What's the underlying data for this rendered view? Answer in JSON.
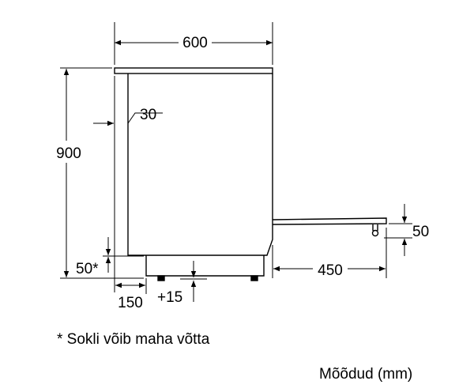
{
  "dimensions": {
    "width": "600",
    "height": "900",
    "side_offset": "30",
    "plinth": "50*",
    "plinth_setback": "150",
    "adjust": "+15",
    "door_depth": "450",
    "door_height": "50"
  },
  "footnote": "* Sokli võib maha võtta",
  "units_note": "Mõõdud (mm)"
}
